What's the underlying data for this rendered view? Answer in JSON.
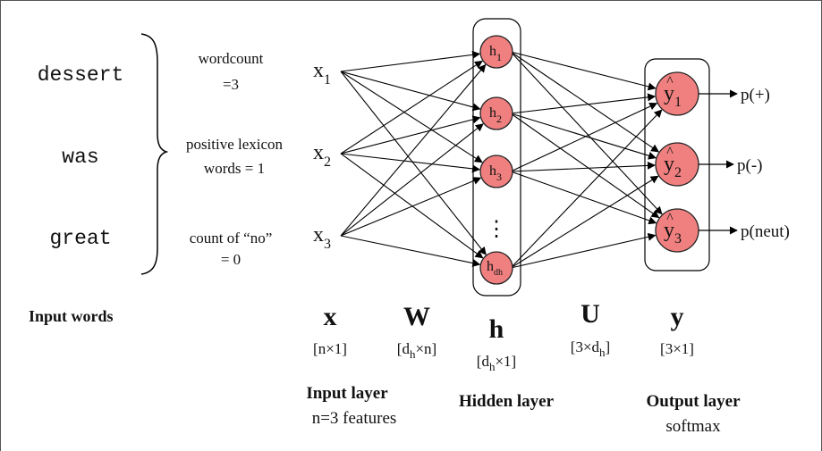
{
  "input_words": [
    "dessert",
    "was",
    "great"
  ],
  "features": [
    {
      "line1": "wordcount",
      "line2": "=3"
    },
    {
      "line1": "positive lexicon",
      "line2": "words = 1"
    },
    {
      "line1": "count of “no”",
      "line2": "= 0"
    }
  ],
  "input_nodes": [
    {
      "base": "x",
      "sub": "1"
    },
    {
      "base": "x",
      "sub": "2"
    },
    {
      "base": "x",
      "sub": "3"
    }
  ],
  "hidden_nodes": [
    {
      "base": "h",
      "sub": "1"
    },
    {
      "base": "h",
      "sub": "2"
    },
    {
      "base": "h",
      "sub": "3"
    },
    {
      "base": "h",
      "sub": "dh"
    }
  ],
  "hidden_ellipsis": "⋮",
  "output_nodes": [
    {
      "base": "y",
      "hat": "^",
      "sub": "1",
      "prob": "p(+)"
    },
    {
      "base": "y",
      "hat": "^",
      "sub": "2",
      "prob": "p(-)"
    },
    {
      "base": "y",
      "hat": "^",
      "sub": "3",
      "prob": "p(neut)"
    }
  ],
  "input_words_label": "Input words",
  "symbols": {
    "x": {
      "symbol": "x",
      "dims": "[n×1]"
    },
    "W": {
      "symbol": "W",
      "dims_pre": "[d",
      "dims_sub": "h",
      "dims_post": "×n]"
    },
    "h": {
      "symbol": "h",
      "dims_pre": "[d",
      "dims_sub": "h",
      "dims_post": "×1]"
    },
    "U": {
      "symbol": "U",
      "dims_pre": "[3×d",
      "dims_sub": "h",
      "dims_post": "]"
    },
    "y": {
      "symbol": "y",
      "dims": "[3×1]"
    }
  },
  "layers": {
    "input": {
      "title": "Input layer",
      "subtitle": "n=3 features"
    },
    "hidden": {
      "title": "Hidden layer"
    },
    "output": {
      "title": "Output layer",
      "subtitle": "softmax"
    }
  },
  "colors": {
    "node_fill": "#f08080",
    "node_stroke": "#222222",
    "edge": "#000000"
  }
}
